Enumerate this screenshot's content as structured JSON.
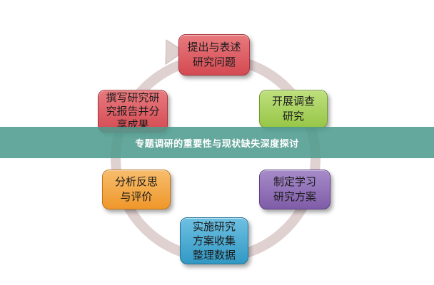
{
  "banner": {
    "title": "专题调研的重要性与现状缺失深度探讨",
    "color": "#5ba59a"
  },
  "diagram": {
    "ring_color": "#e0d1d1",
    "nodes": [
      {
        "id": "propose",
        "label": "提出与表述\n研究问题",
        "color": "#d9545b"
      },
      {
        "id": "survey",
        "label": "开展调查\n研究",
        "color": "#9fcc4f"
      },
      {
        "id": "plan",
        "label": "制定学习\n研究方案",
        "color": "#8a68b3"
      },
      {
        "id": "collect",
        "label": "实施研究\n方案收集\n整理数据",
        "color": "#3ca3cf"
      },
      {
        "id": "reflect",
        "label": "分析反思\n与评价",
        "color": "#f2a13a"
      },
      {
        "id": "report",
        "label": "撰写研究研\n究报告并分\n享成果",
        "color": "#d9545b"
      }
    ]
  }
}
